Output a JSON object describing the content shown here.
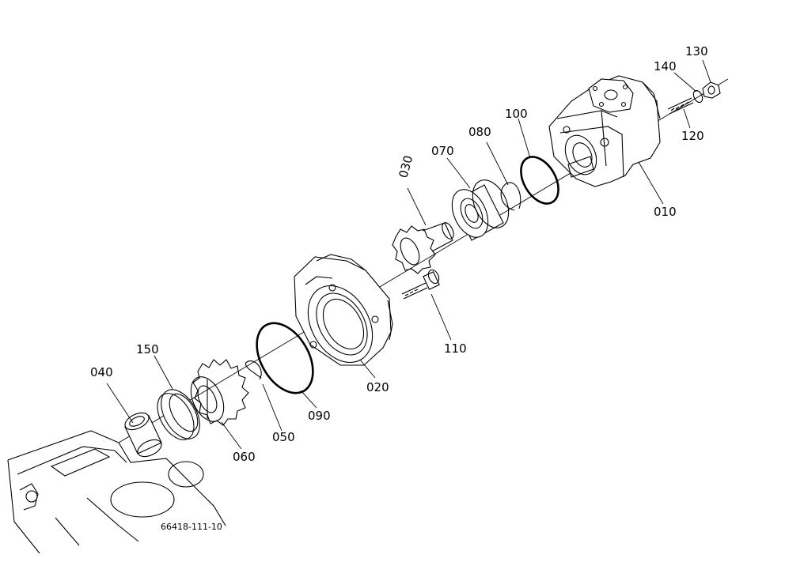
{
  "diagram": {
    "drawing_number": "66418-111-10",
    "callouts": [
      {
        "id": "010",
        "label": "010"
      },
      {
        "id": "020",
        "label": "020"
      },
      {
        "id": "030",
        "label": "030"
      },
      {
        "id": "040",
        "label": "040"
      },
      {
        "id": "050",
        "label": "050"
      },
      {
        "id": "060",
        "label": "060"
      },
      {
        "id": "070",
        "label": "070"
      },
      {
        "id": "080",
        "label": "080"
      },
      {
        "id": "090",
        "label": "090"
      },
      {
        "id": "100",
        "label": "100"
      },
      {
        "id": "110",
        "label": "110"
      },
      {
        "id": "120",
        "label": "120"
      },
      {
        "id": "130",
        "label": "130"
      },
      {
        "id": "140",
        "label": "140"
      },
      {
        "id": "150",
        "label": "150"
      }
    ]
  }
}
